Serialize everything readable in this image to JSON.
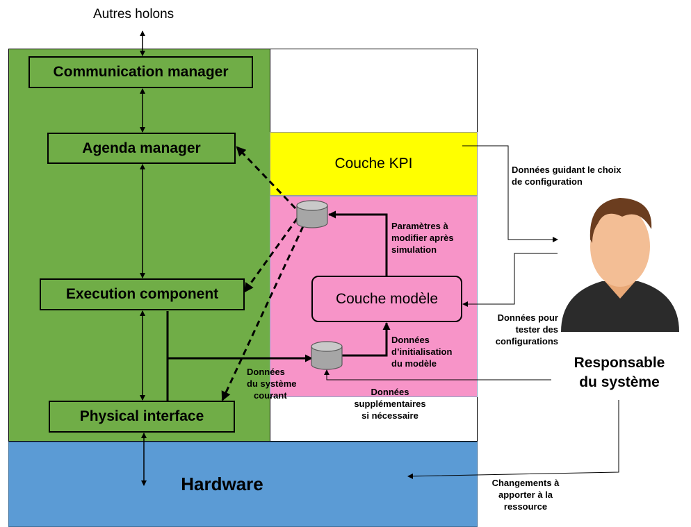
{
  "top_label": "Autres holons",
  "boxes": {
    "communication": "Communication manager",
    "agenda": "Agenda manager",
    "execution": "Execution component",
    "physical": "Physical interface",
    "modele": "Couche modèle",
    "kpi": "Couche KPI",
    "hardware": "Hardware"
  },
  "labels": {
    "parametres": [
      "Paramètres à",
      "modifier après",
      "simulation"
    ],
    "init": [
      "Données",
      "d’initialisation",
      "du modèle"
    ],
    "systeme_courant": [
      "Données",
      "du système",
      "courant"
    ],
    "supplementaires": [
      "Données",
      "supplémentaires",
      "si nécessaire"
    ],
    "guidant": [
      "Données guidant le choix",
      "de configuration"
    ],
    "tester": [
      "Données pour",
      "tester des",
      "configurations"
    ],
    "changements": [
      "Changements à",
      "apporter à la",
      "ressource"
    ]
  },
  "person": [
    "Responsable",
    "du système"
  ],
  "colors": {
    "green": "#70ad47",
    "yellow": "#ffff00",
    "pink": "#f794c8",
    "blue": "#5b9bd5",
    "cylinder": "#a6a6a6"
  }
}
